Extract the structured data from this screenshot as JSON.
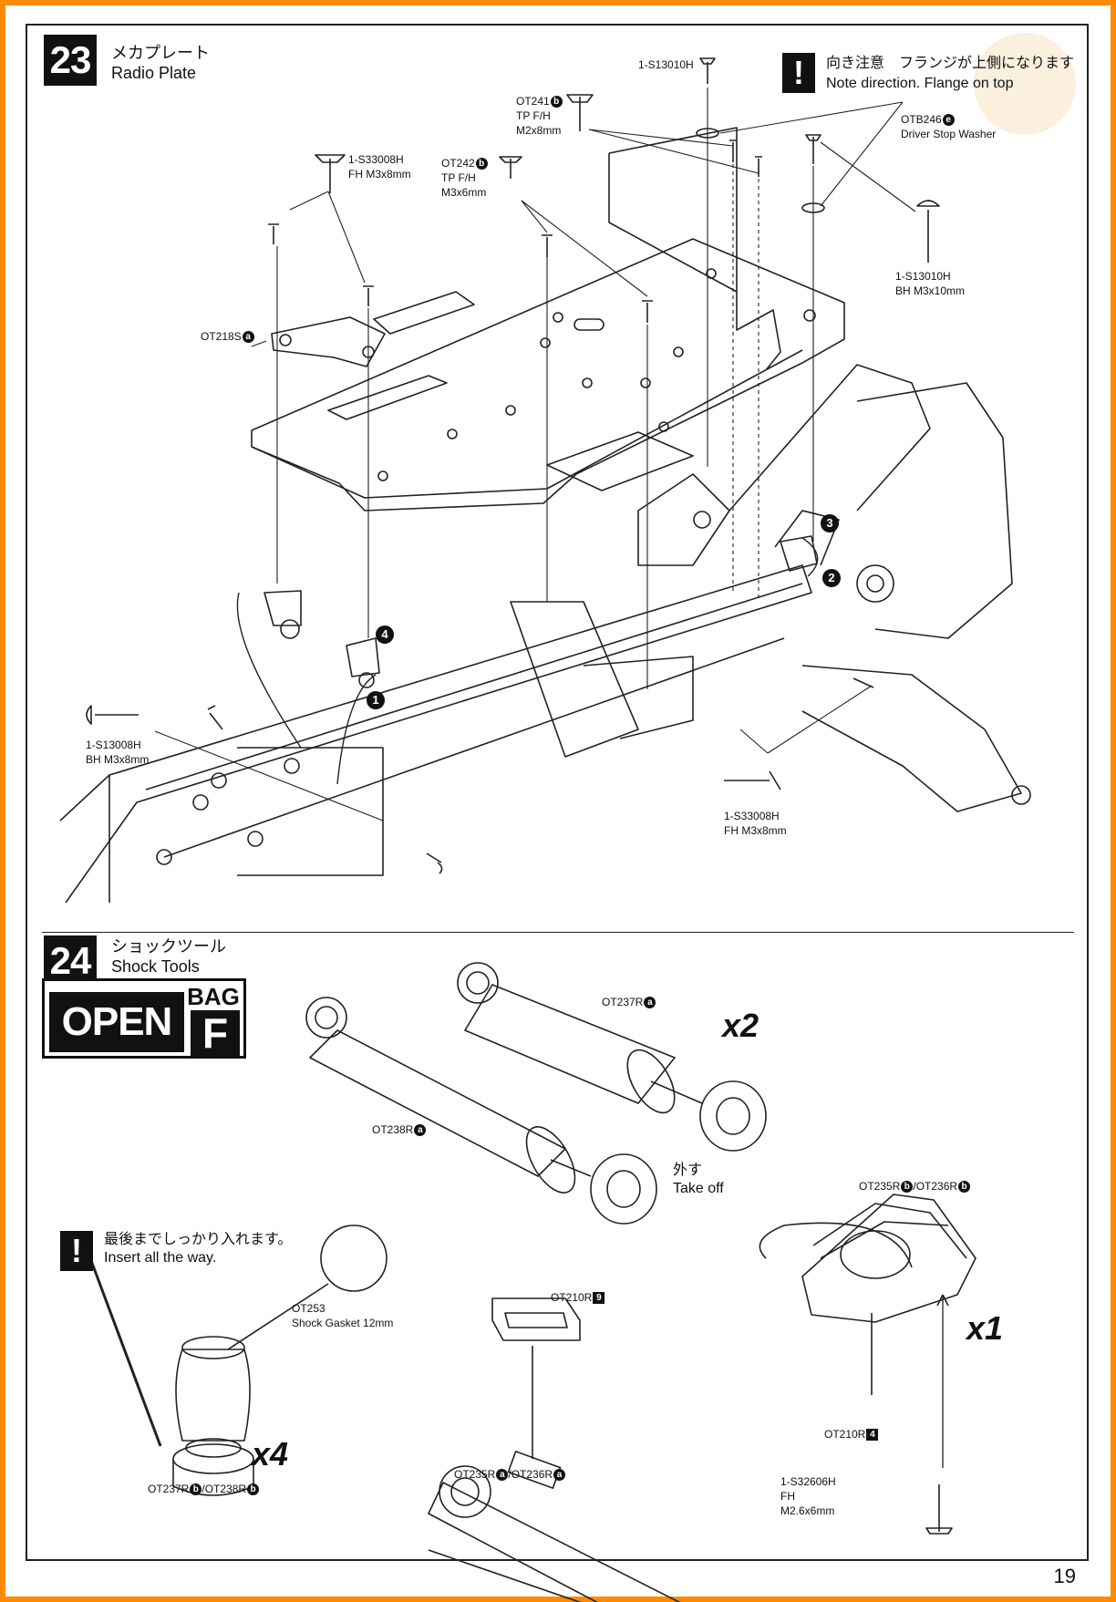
{
  "step23": {
    "number": "23",
    "title_jp": "メカプレート",
    "title_en": "Radio Plate",
    "warning_jp": "向き注意　フランジが上側になります",
    "warning_en": "Note direction. Flange on top",
    "warning_mark": "!"
  },
  "step24": {
    "number": "24",
    "title_jp": "ショックツール",
    "title_en": "Shock Tools",
    "bag_open": "OPEN",
    "bag_word": "BAG",
    "bag_letter": "F",
    "warning_jp": "最後までしっかり入れます。",
    "warning_en": "Insert all the way.",
    "warning_mark": "!",
    "qty_x2": "x2",
    "qty_x1": "x1",
    "qty_x4": "x4",
    "take_off_jp": "外す",
    "take_off_en": "Take off"
  },
  "labels23": {
    "s13010h_top": "1-S13010H",
    "ot241": "OT241",
    "ot241_badge": "b",
    "ot241_l2": "TP F/H",
    "ot241_l3": "M2x8mm",
    "otb246": "OTB246",
    "otb246_badge": "e",
    "otb246_l2": "Driver Stop Washer",
    "s33008h_top": "1-S33008H",
    "s33008h_top_l2": "FH M3x8mm",
    "ot242": "OT242",
    "ot242_badge": "b",
    "ot242_l2": "TP F/H",
    "ot242_l3": "M3x6mm",
    "ot218s": "OT218S",
    "ot218s_badge": "a",
    "s13010h_right": "1-S13010H",
    "s13010h_right_l2": "BH M3x10mm",
    "s13008h": "1-S13008H",
    "s13008h_l2": "BH M3x8mm",
    "s33008h_bottom": "1-S33008H",
    "s33008h_bottom_l2": "FH M3x8mm",
    "num1": "1",
    "num2": "2",
    "num3": "3",
    "num4": "4"
  },
  "labels24": {
    "ot237r": "OT237R",
    "ot237r_badge": "a",
    "ot238r": "OT238R",
    "ot238r_badge": "a",
    "ot235r_top": "OT235R",
    "ot235r_top_badge": "b",
    "ot236r_top": "OT236R",
    "ot236r_top_badge": "b",
    "ot253": "OT253",
    "ot253_l2": "Shock Gasket 12mm",
    "ot210r_top": "OT210R",
    "ot210r_top_badge": "9",
    "ot210r_bottom": "OT210R",
    "ot210r_bottom_badge": "4",
    "ot235r_bottom": "OT235R",
    "ot235r_bottom_badge": "a",
    "ot236r_bottom": "OT236R",
    "ot236r_bottom_badge": "a",
    "ot237r_b": "OT237R",
    "ot237r_b_badge": "b",
    "ot238r_b": "OT238R",
    "ot238r_b_badge": "b",
    "s32606h": "1-S32606H",
    "s32606h_l2": "FH",
    "s32606h_l3": "M2.6x6mm",
    "slash": "/"
  },
  "page_number": "19"
}
